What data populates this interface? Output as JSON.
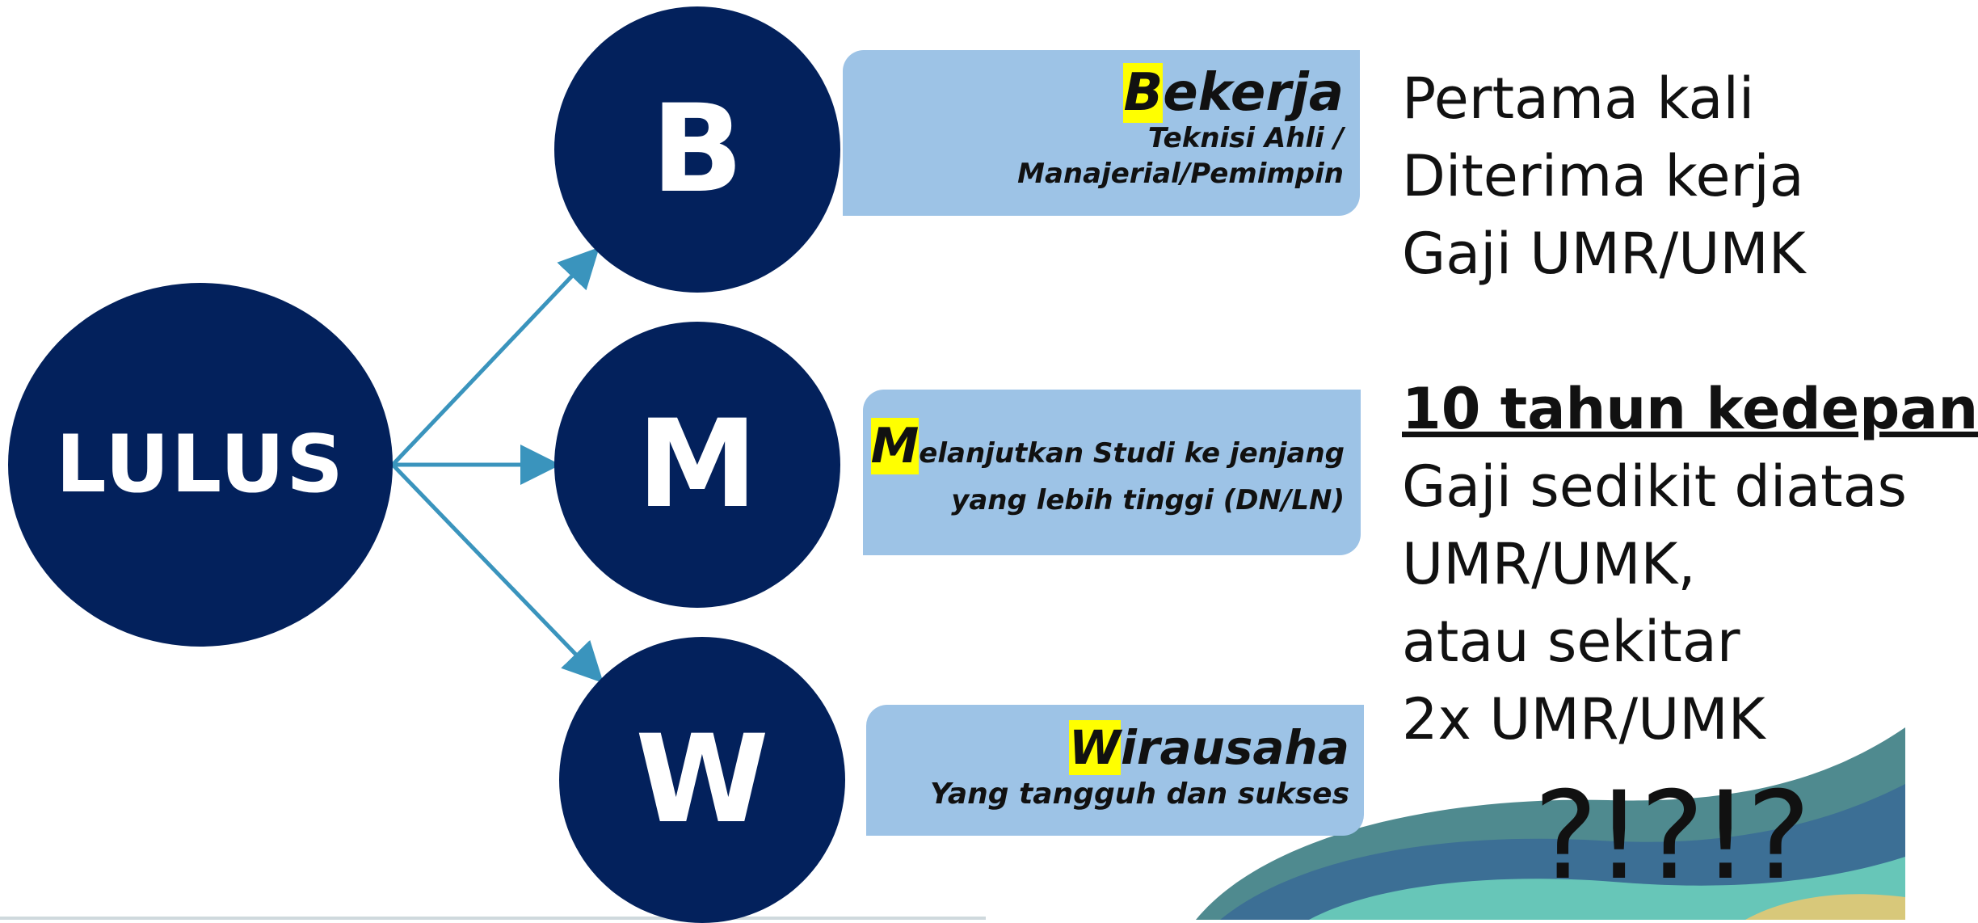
{
  "colors": {
    "circle_fill": "#03215c",
    "box_fill": "#9dc3e6",
    "highlight": "#ffff00",
    "arrow": "#3a94bd"
  },
  "root": {
    "label": "LULUS"
  },
  "branches": [
    {
      "letter": "B",
      "title_initial": "B",
      "title_rest": "ekerja",
      "subtitle_line1": "Teknisi Ahli /",
      "subtitle_line2": "Manajerial/Pemimpin"
    },
    {
      "letter": "M",
      "title_initial": "M",
      "title_rest": "elanjutkan Studi ke jenjang",
      "subtitle_line2": "yang lebih tinggi (DN/LN)"
    },
    {
      "letter": "W",
      "title_initial": "W",
      "title_rest": "irausaha",
      "subtitle_line1": "Yang tangguh dan sukses"
    }
  ],
  "right_text": {
    "first_lines": [
      "Pertama kali",
      "Diterima kerja",
      "Gaji UMR/UMK"
    ],
    "heading": "10 tahun kedepan",
    "future_lines": [
      "Gaji sedikit diatas",
      "UMR/UMK,",
      "atau sekitar",
      "2x UMR/UMK"
    ],
    "question": "?!?!?"
  }
}
